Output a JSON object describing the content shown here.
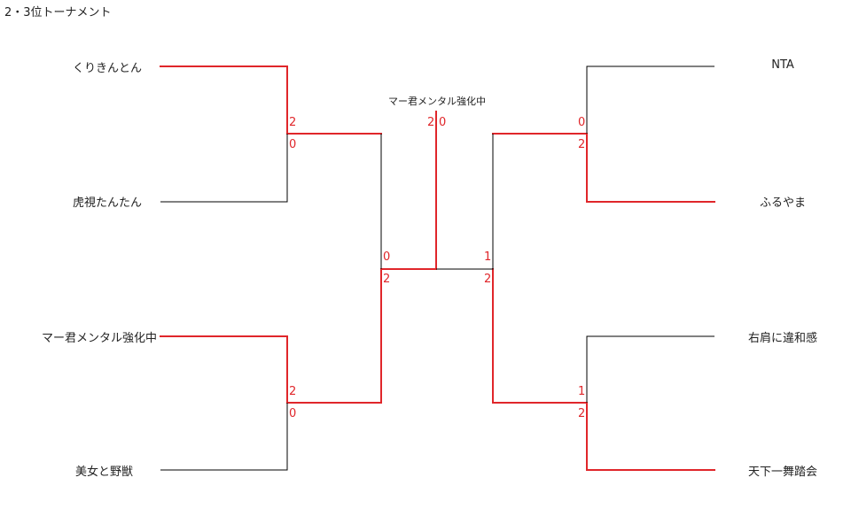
{
  "title": "2・3位トーナメント",
  "colors": {
    "win": "#e0262a",
    "lose": "#000000"
  },
  "teams": {
    "left": [
      "くりきんとん",
      "虎視たんたん",
      "マー君メンタル強化中",
      "美女と野獣"
    ],
    "right": [
      "NTA",
      "ふるやま",
      "右肩に違和感",
      "天下一舞踏会"
    ]
  },
  "winner": "マー君メンタル強化中",
  "scores": {
    "l1_top": "2",
    "l1_bot": "0",
    "l2_top": "2",
    "l2_bot": "0",
    "r1_top": "0",
    "r1_bot": "2",
    "r2_top": "1",
    "r2_bot": "2",
    "lsemi_top": "0",
    "lsemi_bot": "2",
    "rsemi_top": "1",
    "rsemi_bot": "2",
    "final_left": "2",
    "final_right": "0"
  }
}
